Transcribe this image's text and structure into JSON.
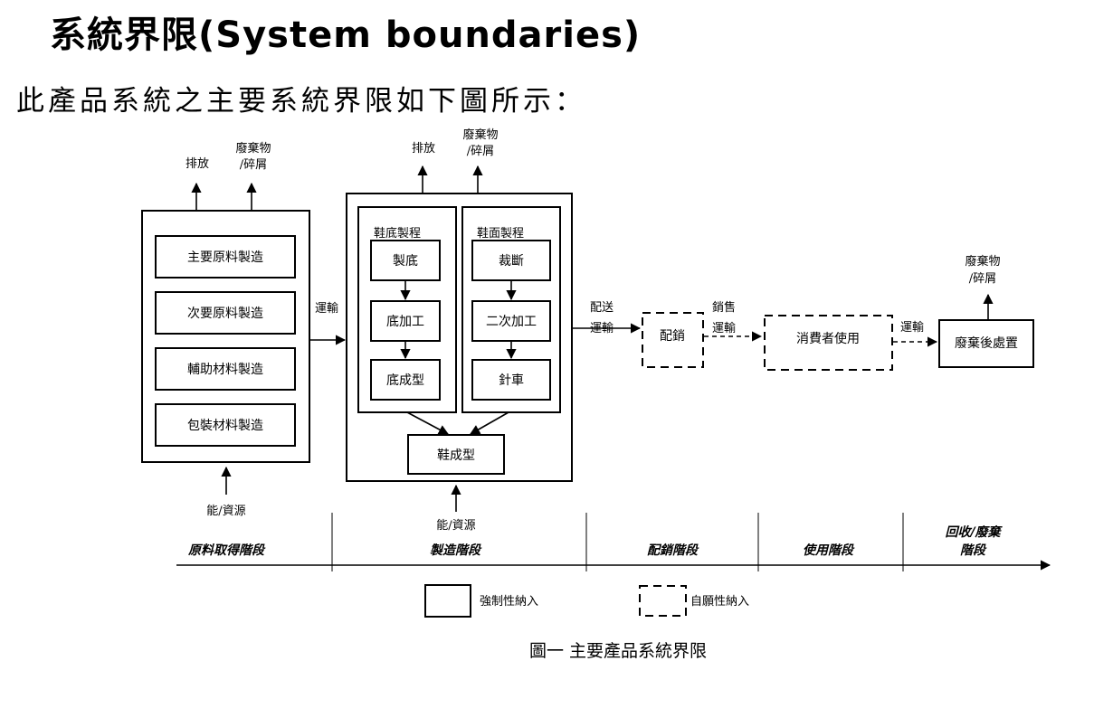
{
  "title": "系統界限(System boundaries)",
  "intro": "此產品系統之主要系統界限如下圖所示：",
  "raw_materials": {
    "outputs": {
      "emission": "排放",
      "waste_line1": "廢棄物",
      "waste_line2": "/碎屑"
    },
    "items": [
      "主要原料製造",
      "次要原料製造",
      "輔助材料製造",
      "包裝材料製造"
    ],
    "input": "能/資源"
  },
  "transport_1": "運輸",
  "manufacturing": {
    "outputs": {
      "emission": "排放",
      "waste_line1": "廢棄物",
      "waste_line2": "/碎屑"
    },
    "sole_process": {
      "title": "鞋底製程",
      "steps": [
        "製底",
        "底加工",
        "底成型"
      ]
    },
    "upper_process": {
      "title": "鞋面製程",
      "steps": [
        "裁斷",
        "二次加工",
        "針車"
      ]
    },
    "final_step": "鞋成型",
    "input": "能/資源"
  },
  "distribution": {
    "transport_line1": "配送",
    "transport_line2": "運輸",
    "label": "配銷"
  },
  "use": {
    "transport_line1": "銷售",
    "transport_line2": "運輸",
    "label": "消費者使用"
  },
  "disposal": {
    "transport": "運輸",
    "label": "廢棄後處置",
    "waste_line1": "廢棄物",
    "waste_line2": "/碎屑"
  },
  "stages": [
    "原料取得階段",
    "製造階段",
    "配銷階段",
    "使用階段"
  ],
  "stage_last": {
    "line1": "回收/廢棄",
    "line2": "階段"
  },
  "legend": {
    "mandatory": "強制性納入",
    "voluntary": "自願性納入"
  },
  "caption": "圖一 主要產品系統界限"
}
